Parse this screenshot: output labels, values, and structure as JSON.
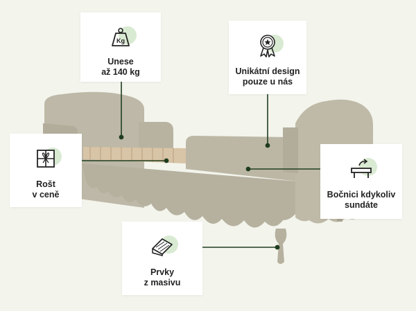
{
  "callouts": {
    "weight": {
      "label": "Unese\naž 140 kg",
      "icon_text": "Kg",
      "icon": "weight-icon"
    },
    "design": {
      "label": "Unikátní design\npouze u nás",
      "icon": "award-ribbon-icon"
    },
    "slats": {
      "label": "Rošt\nv ceně",
      "icon": "gift-box-icon"
    },
    "rails": {
      "label": "Bočnici kdykoliv\nsundáte",
      "icon": "removable-rail-icon"
    },
    "wood": {
      "label": "Prvky\nz masivu",
      "icon": "wood-log-icon"
    }
  },
  "colors": {
    "background": "#f3f4ec",
    "bed": "#bdb8a7",
    "bed_shadow": "#a9a493",
    "leader_line": "#1f3d1f",
    "icon_blob": "#d9ead2"
  }
}
